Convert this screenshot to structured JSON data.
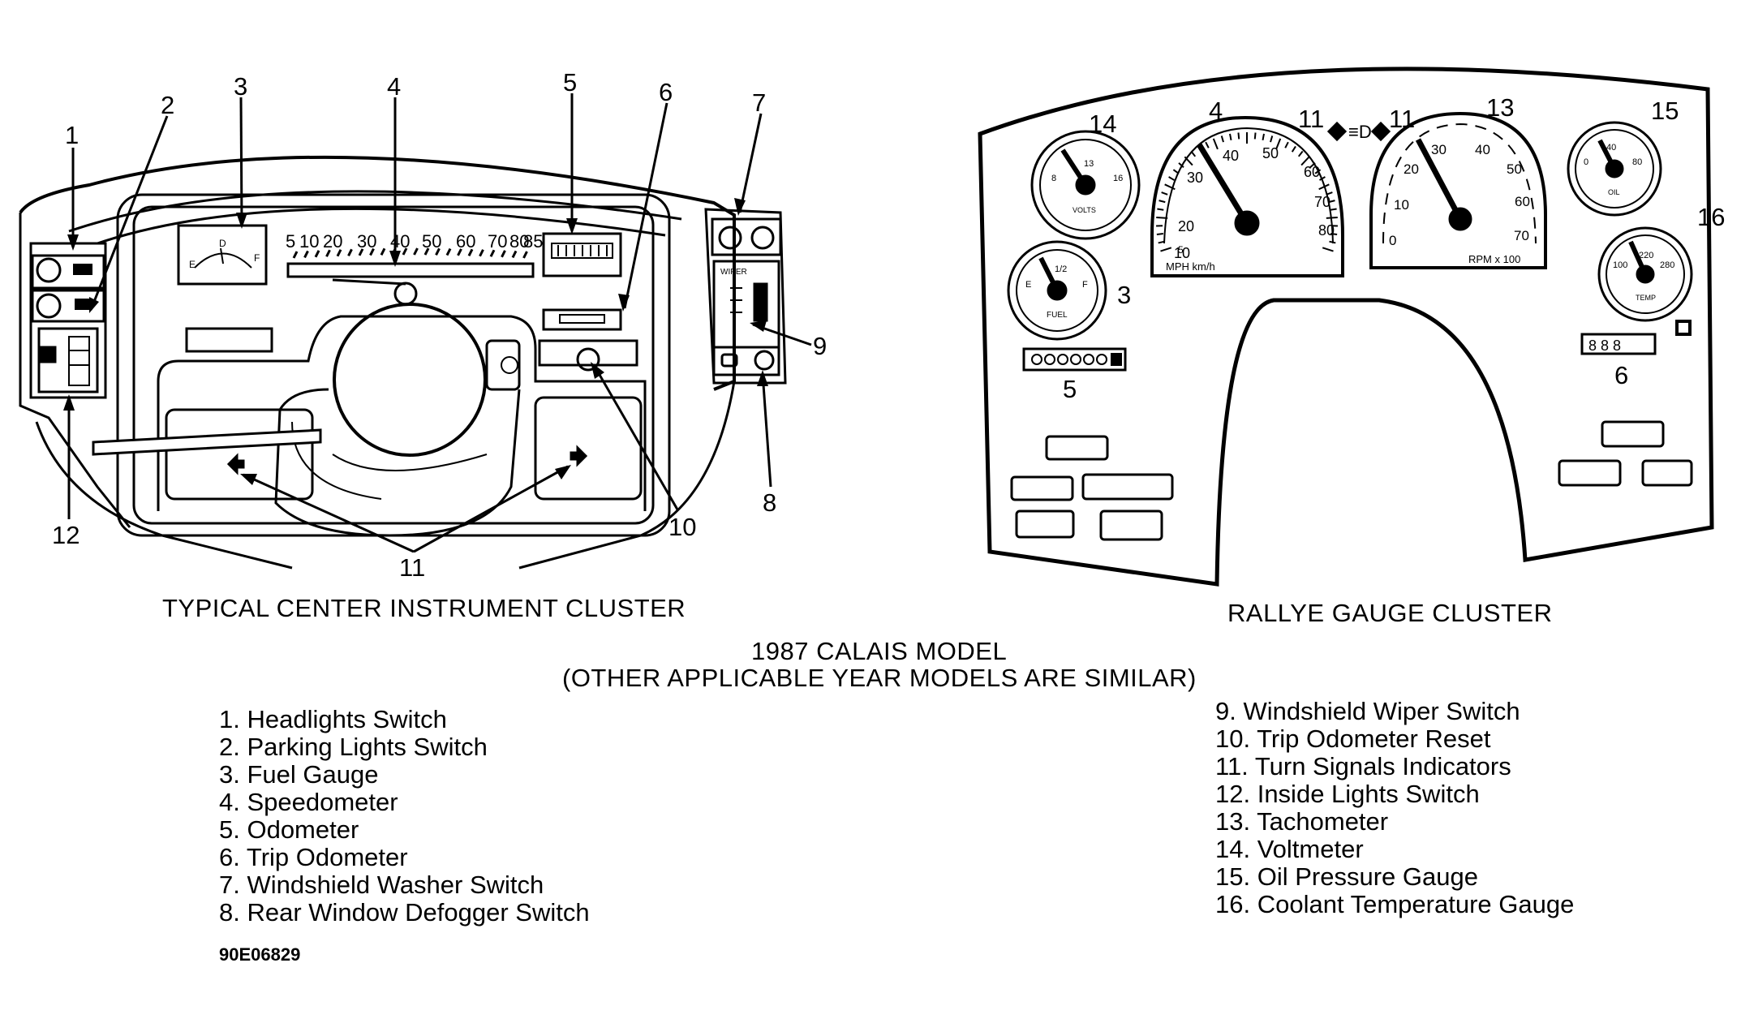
{
  "left_caption": "TYPICAL CENTER INSTRUMENT CLUSTER",
  "right_caption": "RALLYE GAUGE CLUSTER",
  "model_title": "1987 CALAIS MODEL",
  "model_subtitle": "(OTHER APPLICABLE YEAR MODELS ARE SIMILAR)",
  "figure_code": "90E06829",
  "left_callouts": [
    "1",
    "2",
    "3",
    "4",
    "5",
    "6",
    "7",
    "8",
    "9",
    "10",
    "11",
    "12"
  ],
  "right_callouts": [
    "14",
    "4",
    "11",
    "11",
    "13",
    "15",
    "16",
    "3",
    "5",
    "6"
  ],
  "speedo_scale": [
    "5",
    "10",
    "20",
    "30",
    "40",
    "50",
    "60",
    "70",
    "80",
    "85"
  ],
  "gauge_text": {
    "mph_kmh": "MPH km/h",
    "rpm": "RPM x 100",
    "volts": "VOLTS",
    "fuel": "FUEL",
    "oil": "OIL",
    "temp": "TEMP",
    "wiper": "WIPER",
    "odo_digits": "8 8 8"
  },
  "legend_left": [
    "1. Headlights Switch",
    "2. Parking Lights Switch",
    "3. Fuel Gauge",
    "4. Speedometer",
    "5. Odometer",
    "6. Trip Odometer",
    "7. Windshield Washer Switch",
    "8. Rear Window Defogger Switch"
  ],
  "legend_right": [
    "9. Windshield Wiper Switch",
    "10. Trip Odometer Reset",
    "11. Turn Signals Indicators",
    "12. Inside Lights Switch",
    "13. Tachometer",
    "14. Voltmeter",
    "15. Oil Pressure Gauge",
    "16. Coolant Temperature Gauge"
  ]
}
